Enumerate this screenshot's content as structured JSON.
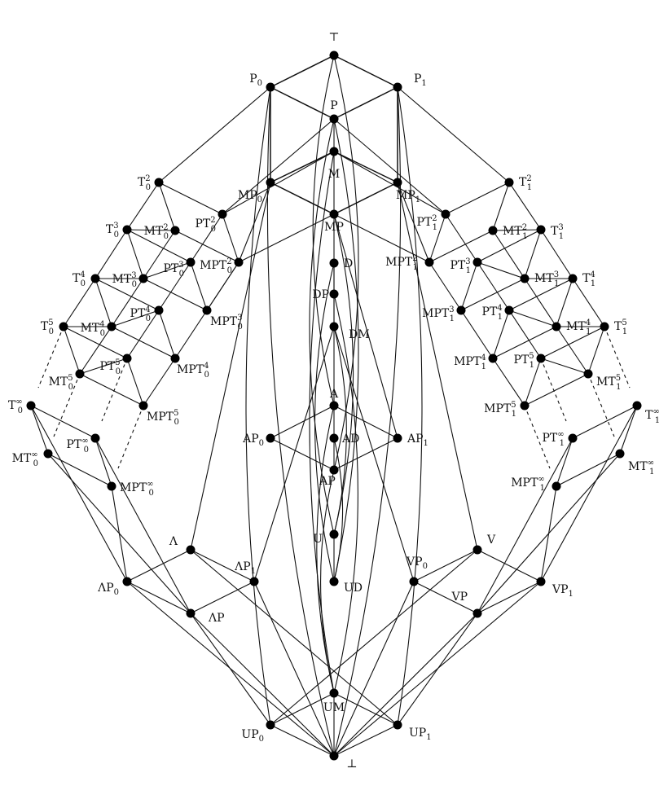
{
  "diagram": {
    "nodes": [
      {
        "id": "top",
        "label": "⊤"
      },
      {
        "id": "P0",
        "label": "P",
        "sub": "0"
      },
      {
        "id": "P1",
        "label": "P",
        "sub": "1"
      },
      {
        "id": "P",
        "label": "P"
      },
      {
        "id": "M",
        "label": "M"
      },
      {
        "id": "MP0",
        "label": "MP",
        "sub": "0"
      },
      {
        "id": "MP1",
        "label": "MP",
        "sub": "1"
      },
      {
        "id": "MP",
        "label": "MP"
      },
      {
        "id": "D",
        "label": "D"
      },
      {
        "id": "DP",
        "label": "DP"
      },
      {
        "id": "DM",
        "label": "DM"
      },
      {
        "id": "A",
        "label": "A"
      },
      {
        "id": "AP0",
        "label": "AP",
        "sub": "0"
      },
      {
        "id": "AD",
        "label": "AD"
      },
      {
        "id": "AP1",
        "label": "AP",
        "sub": "1"
      },
      {
        "id": "AP",
        "label": "AP"
      },
      {
        "id": "U",
        "label": "U"
      },
      {
        "id": "UD",
        "label": "UD"
      },
      {
        "id": "UM",
        "label": "UM"
      },
      {
        "id": "UP0",
        "label": "UP",
        "sub": "0"
      },
      {
        "id": "UP1",
        "label": "UP",
        "sub": "1"
      },
      {
        "id": "bot",
        "label": "⊥"
      },
      {
        "id": "L",
        "label": "Λ"
      },
      {
        "id": "LP0",
        "label": "ΛP",
        "sub": "0"
      },
      {
        "id": "LP1",
        "label": "ΛP",
        "sub": "1"
      },
      {
        "id": "LP",
        "label": "ΛP"
      },
      {
        "id": "V",
        "label": "V"
      },
      {
        "id": "VP0",
        "label": "VP",
        "sub": "0"
      },
      {
        "id": "VP1",
        "label": "VP",
        "sub": "1"
      },
      {
        "id": "VP",
        "label": "VP"
      },
      {
        "id": "T02",
        "label": "T",
        "sub": "0",
        "sup": "2"
      },
      {
        "id": "T03",
        "label": "T",
        "sub": "0",
        "sup": "3"
      },
      {
        "id": "T04",
        "label": "T",
        "sub": "0",
        "sup": "4"
      },
      {
        "id": "T05",
        "label": "T",
        "sub": "0",
        "sup": "5"
      },
      {
        "id": "T0i",
        "label": "T",
        "sub": "0",
        "sup": "∞"
      },
      {
        "id": "MT02",
        "label": "MT",
        "sub": "0",
        "sup": "2"
      },
      {
        "id": "MT03",
        "label": "MT",
        "sub": "0",
        "sup": "3"
      },
      {
        "id": "MT04",
        "label": "MT",
        "sub": "0",
        "sup": "4"
      },
      {
        "id": "MT05",
        "label": "MT",
        "sub": "0",
        "sup": "5"
      },
      {
        "id": "MT0i",
        "label": "MT",
        "sub": "0",
        "sup": "∞"
      },
      {
        "id": "PT02",
        "label": "PT",
        "sub": "0",
        "sup": "2"
      },
      {
        "id": "PT03",
        "label": "PT",
        "sub": "0",
        "sup": "3"
      },
      {
        "id": "PT04",
        "label": "PT",
        "sub": "0",
        "sup": "4"
      },
      {
        "id": "PT05",
        "label": "PT",
        "sub": "0",
        "sup": "5"
      },
      {
        "id": "PT0i",
        "label": "PT",
        "sub": "0",
        "sup": "∞"
      },
      {
        "id": "MPT02",
        "label": "MPT",
        "sub": "0",
        "sup": "2"
      },
      {
        "id": "MPT03",
        "label": "MPT",
        "sub": "0",
        "sup": "3"
      },
      {
        "id": "MPT04",
        "label": "MPT",
        "sub": "0",
        "sup": "4"
      },
      {
        "id": "MPT05",
        "label": "MPT",
        "sub": "0",
        "sup": "5"
      },
      {
        "id": "MPT0i",
        "label": "MPT",
        "sub": "0",
        "sup": "∞"
      },
      {
        "id": "T12",
        "label": "T",
        "sub": "1",
        "sup": "2"
      },
      {
        "id": "T13",
        "label": "T",
        "sub": "1",
        "sup": "3"
      },
      {
        "id": "T14",
        "label": "T",
        "sub": "1",
        "sup": "4"
      },
      {
        "id": "T15",
        "label": "T",
        "sub": "1",
        "sup": "5"
      },
      {
        "id": "T1i",
        "label": "T",
        "sub": "1",
        "sup": "∞"
      },
      {
        "id": "MT12",
        "label": "MT",
        "sub": "1",
        "sup": "2"
      },
      {
        "id": "MT13",
        "label": "MT",
        "sub": "1",
        "sup": "3"
      },
      {
        "id": "MT14",
        "label": "MT",
        "sub": "1",
        "sup": "4"
      },
      {
        "id": "MT15",
        "label": "MT",
        "sub": "1",
        "sup": "5"
      },
      {
        "id": "MT1i",
        "label": "MT",
        "sub": "1",
        "sup": "∞"
      },
      {
        "id": "PT12",
        "label": "PT",
        "sub": "1",
        "sup": "2"
      },
      {
        "id": "PT13",
        "label": "PT",
        "sub": "1",
        "sup": "3"
      },
      {
        "id": "PT14",
        "label": "PT",
        "sub": "1",
        "sup": "4"
      },
      {
        "id": "PT15",
        "label": "PT",
        "sub": "1",
        "sup": "5"
      },
      {
        "id": "PT1i",
        "label": "PT",
        "sub": "1",
        "sup": "∞"
      },
      {
        "id": "MPT12",
        "label": "MPT",
        "sub": "1",
        "sup": "2"
      },
      {
        "id": "MPT13",
        "label": "MPT",
        "sub": "1",
        "sup": "3"
      },
      {
        "id": "MPT14",
        "label": "MPT",
        "sub": "1",
        "sup": "4"
      },
      {
        "id": "MPT15",
        "label": "MPT",
        "sub": "1",
        "sup": "5"
      },
      {
        "id": "MPT1i",
        "label": "MPT",
        "sub": "1",
        "sup": "∞"
      }
    ],
    "edges": [
      [
        "top",
        "P0"
      ],
      [
        "top",
        "P1"
      ],
      [
        "P0",
        "P"
      ],
      [
        "P1",
        "P"
      ],
      [
        "M",
        "MP0"
      ],
      [
        "M",
        "MP1"
      ],
      [
        "MP0",
        "MP"
      ],
      [
        "MP1",
        "MP"
      ],
      [
        "P0",
        "MP0"
      ],
      [
        "P1",
        "MP1"
      ],
      [
        "P",
        "M"
      ],
      [
        "D",
        "DP"
      ],
      [
        "DP",
        "DM"
      ],
      [
        "A",
        "AP0"
      ],
      [
        "A",
        "AP1"
      ],
      [
        "AP0",
        "AP"
      ],
      [
        "AP1",
        "AP"
      ],
      [
        "A",
        "AD"
      ],
      [
        "AD",
        "AP"
      ],
      [
        "U",
        "UD"
      ],
      [
        "P0",
        "T02"
      ],
      [
        "T02",
        "T03"
      ],
      [
        "T03",
        "T04"
      ],
      [
        "T04",
        "T05"
      ],
      [
        "T02",
        "MT02"
      ],
      [
        "T03",
        "MT03"
      ],
      [
        "T04",
        "MT04"
      ],
      [
        "T05",
        "MT05"
      ],
      [
        "MT02",
        "MT03"
      ],
      [
        "MT03",
        "MT04"
      ],
      [
        "MT04",
        "MT05"
      ],
      [
        "T03",
        "MT02"
      ],
      [
        "T04",
        "MT03"
      ],
      [
        "T05",
        "MT04"
      ],
      [
        "P",
        "PT02"
      ],
      [
        "PT02",
        "MPT02"
      ],
      [
        "MT02",
        "MPT02"
      ],
      [
        "PT02",
        "PT03"
      ],
      [
        "PT03",
        "PT04"
      ],
      [
        "PT04",
        "PT05"
      ],
      [
        "MPT02",
        "MPT03"
      ],
      [
        "MPT03",
        "MPT04"
      ],
      [
        "MPT04",
        "MPT05"
      ],
      [
        "PT03",
        "MPT03"
      ],
      [
        "PT04",
        "MPT04"
      ],
      [
        "PT05",
        "MPT05"
      ],
      [
        "MT03",
        "PT03"
      ],
      [
        "MT04",
        "PT04"
      ],
      [
        "MT05",
        "PT05"
      ],
      [
        "MT03",
        "MPT03"
      ],
      [
        "MT04",
        "MPT04"
      ],
      [
        "MT05",
        "MPT05"
      ],
      [
        "T02",
        "PT02"
      ],
      [
        "T03",
        "PT03"
      ],
      [
        "T04",
        "PT04"
      ],
      [
        "T05",
        "PT05"
      ],
      [
        "MPT02",
        "MP0"
      ],
      [
        "MPT02",
        "MP"
      ],
      [
        "MPT03",
        "MPT02"
      ],
      [
        "PT02",
        "M"
      ],
      [
        "P1",
        "T12"
      ],
      [
        "T12",
        "T13"
      ],
      [
        "T13",
        "T14"
      ],
      [
        "T14",
        "T15"
      ],
      [
        "T12",
        "MT12"
      ],
      [
        "T13",
        "MT13"
      ],
      [
        "T14",
        "MT14"
      ],
      [
        "T15",
        "MT15"
      ],
      [
        "MT12",
        "MT13"
      ],
      [
        "MT13",
        "MT14"
      ],
      [
        "MT14",
        "MT15"
      ],
      [
        "T13",
        "MT12"
      ],
      [
        "T14",
        "MT13"
      ],
      [
        "T15",
        "MT14"
      ],
      [
        "P",
        "PT12"
      ],
      [
        "PT12",
        "MPT12"
      ],
      [
        "MT12",
        "MPT12"
      ],
      [
        "PT12",
        "PT13"
      ],
      [
        "PT13",
        "PT14"
      ],
      [
        "PT14",
        "PT15"
      ],
      [
        "MPT12",
        "MPT13"
      ],
      [
        "MPT13",
        "MPT14"
      ],
      [
        "MPT14",
        "MPT15"
      ],
      [
        "PT13",
        "MPT13"
      ],
      [
        "PT14",
        "MPT14"
      ],
      [
        "PT15",
        "MPT15"
      ],
      [
        "MT13",
        "PT13"
      ],
      [
        "MT14",
        "PT14"
      ],
      [
        "MT15",
        "PT15"
      ],
      [
        "MT13",
        "MPT13"
      ],
      [
        "MT14",
        "MPT14"
      ],
      [
        "MT15",
        "MPT15"
      ],
      [
        "T12",
        "PT12"
      ],
      [
        "T13",
        "PT13"
      ],
      [
        "T14",
        "PT14"
      ],
      [
        "T15",
        "PT15"
      ],
      [
        "MPT12",
        "MP1"
      ],
      [
        "MPT12",
        "MP"
      ],
      [
        "PT12",
        "M"
      ],
      [
        "T0i",
        "MT0i"
      ],
      [
        "T0i",
        "PT0i"
      ],
      [
        "MT0i",
        "MPT0i"
      ],
      [
        "PT0i",
        "MPT0i"
      ],
      [
        "T1i",
        "MT1i"
      ],
      [
        "T1i",
        "PT1i"
      ],
      [
        "MT1i",
        "MPT1i"
      ],
      [
        "PT1i",
        "MPT1i"
      ],
      [
        "T0i",
        "LP0"
      ],
      [
        "MT0i",
        "LP"
      ],
      [
        "PT0i",
        "LP"
      ],
      [
        "MPT0i",
        "LP0"
      ],
      [
        "T1i",
        "VP1"
      ],
      [
        "MT1i",
        "VP"
      ],
      [
        "PT1i",
        "VP"
      ],
      [
        "MPT1i",
        "VP1"
      ],
      [
        "L",
        "LP0"
      ],
      [
        "L",
        "LP1"
      ],
      [
        "LP0",
        "LP"
      ],
      [
        "LP1",
        "LP"
      ],
      [
        "V",
        "VP0"
      ],
      [
        "V",
        "VP1"
      ],
      [
        "VP0",
        "VP"
      ],
      [
        "VP1",
        "VP"
      ],
      [
        "LP0",
        "bot"
      ],
      [
        "LP",
        "UP0"
      ],
      [
        "LP1",
        "bot"
      ],
      [
        "L",
        "UP1"
      ],
      [
        "LP",
        "bot"
      ],
      [
        "VP1",
        "bot"
      ],
      [
        "VP",
        "UP1"
      ],
      [
        "VP0",
        "bot"
      ],
      [
        "V",
        "UP0"
      ],
      [
        "VP",
        "bot"
      ],
      [
        "UP0",
        "bot"
      ],
      [
        "UP1",
        "bot"
      ],
      [
        "UM",
        "bot"
      ],
      [
        "UP0",
        "UM"
      ],
      [
        "UP1",
        "UM"
      ],
      [
        "MP0",
        "L"
      ],
      [
        "MP1",
        "V"
      ],
      [
        "MP",
        "AP1"
      ],
      [
        "DM",
        "LP1"
      ],
      [
        "DM",
        "VP0"
      ],
      [
        "M",
        "A"
      ]
    ],
    "curves": [
      [
        "P0",
        "bot"
      ],
      [
        "P1",
        "bot"
      ],
      [
        "P0",
        "UP0"
      ],
      [
        "P1",
        "UP1"
      ],
      [
        "top",
        "A"
      ],
      [
        "top",
        "AP"
      ],
      [
        "P",
        "U"
      ],
      [
        "P",
        "UD"
      ],
      [
        "M",
        "UM"
      ],
      [
        "MP",
        "U"
      ],
      [
        "D",
        "UD"
      ],
      [
        "DP",
        "UM"
      ],
      [
        "A",
        "UM"
      ],
      [
        "AD",
        "UD"
      ],
      [
        "AP",
        "UM"
      ],
      [
        "DM",
        "U"
      ]
    ],
    "dashed": [
      [
        "T05",
        "T05d"
      ],
      [
        "MT05",
        "MT05d"
      ],
      [
        "PT05",
        "PT05d"
      ],
      [
        "MPT05",
        "MPT05d"
      ],
      [
        "T15",
        "T15d"
      ],
      [
        "MT15",
        "MT15d"
      ],
      [
        "PT15",
        "PT15d"
      ],
      [
        "MPT15",
        "MPT15d"
      ]
    ]
  }
}
